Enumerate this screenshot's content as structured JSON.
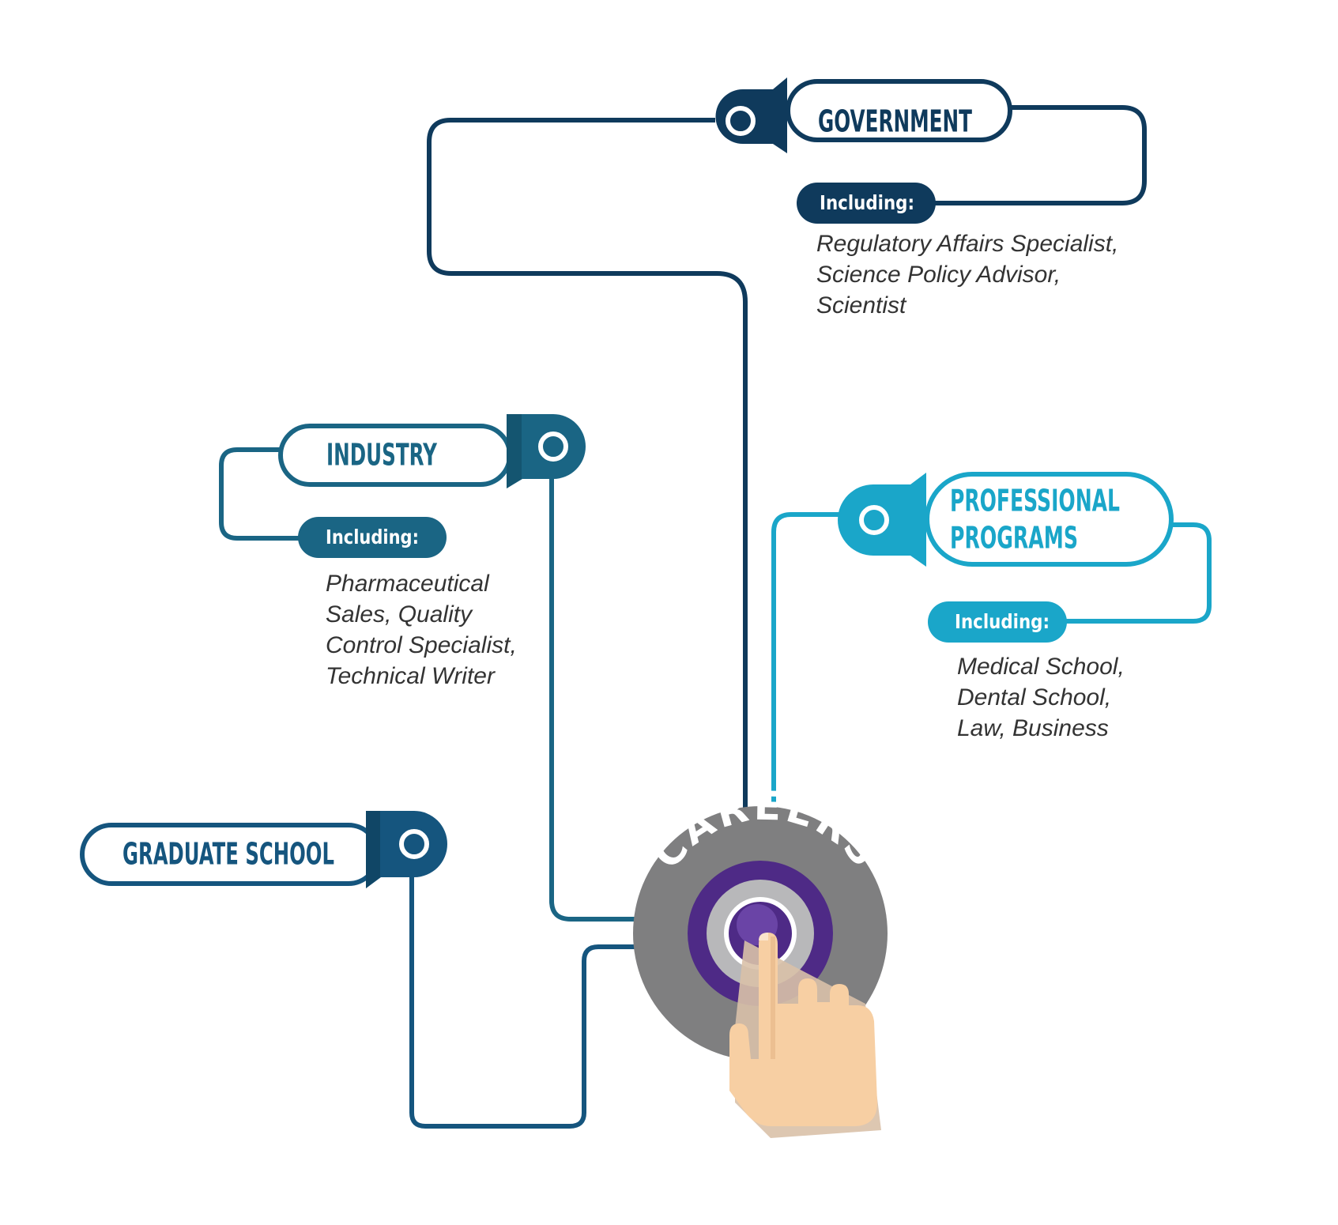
{
  "colors": {
    "government": "#0f3a5c",
    "industry": "#1a6584",
    "graduate": "#15557e",
    "professional": "#1aa6c9",
    "button_ring": "#7f7f80",
    "button_purple": "#4e2a86",
    "hand": "#f7cfa3"
  },
  "center": {
    "label": "CAREERS"
  },
  "branches": {
    "government": {
      "title": "GOVERNMENT",
      "including": "Including:",
      "items": [
        "Regulatory Affairs Specialist,",
        "Science Policy Advisor,",
        "Scientist"
      ]
    },
    "industry": {
      "title": "INDUSTRY",
      "including": "Including:",
      "items": [
        "Pharmaceutical",
        "Sales, Quality",
        "Control Specialist,",
        "Technical Writer"
      ]
    },
    "professional": {
      "title_line1": "PROFESSIONAL",
      "title_line2": "PROGRAMS",
      "including": "Including:",
      "items": [
        "Medical School,",
        "Dental School,",
        "Law, Business"
      ]
    },
    "graduate": {
      "title": "GRADUATE SCHOOL"
    }
  }
}
